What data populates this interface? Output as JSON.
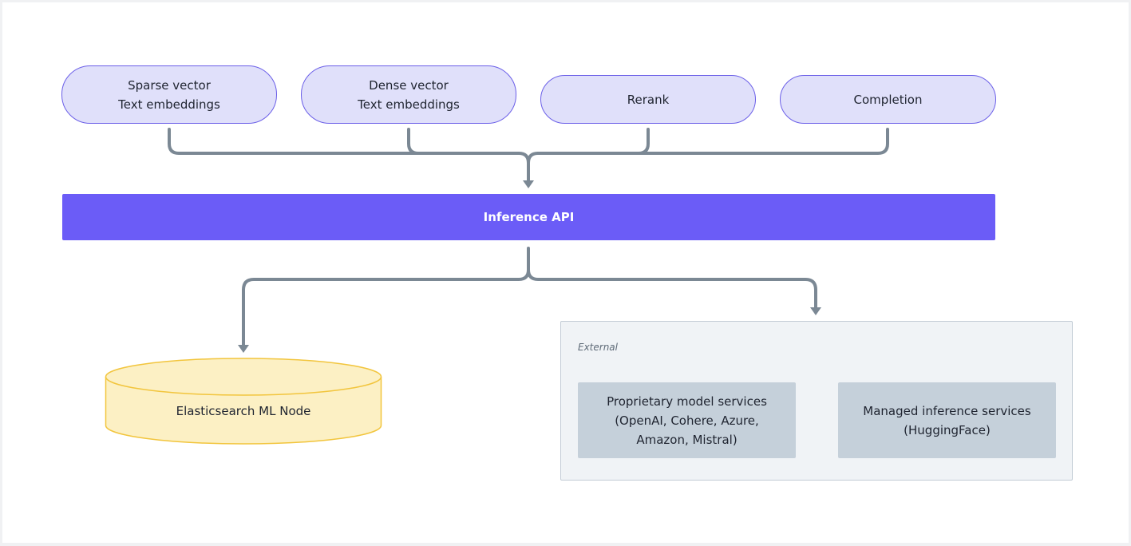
{
  "inputs": [
    {
      "line1": "Sparse vector",
      "line2": "Text embeddings"
    },
    {
      "line1": "Dense vector",
      "line2": "Text embeddings"
    },
    {
      "line1": "Rerank"
    },
    {
      "line1": "Completion"
    }
  ],
  "api": {
    "label": "Inference API"
  },
  "ml_node": {
    "label": "Elasticsearch ML Node"
  },
  "external": {
    "label": "External",
    "services": [
      {
        "line1": "Proprietary model services",
        "line2": "(OpenAI, Cohere, Azure,",
        "line3": "Amazon, Mistral)"
      },
      {
        "line1": "Managed inference services",
        "line2": "(HuggingFace)"
      }
    ]
  },
  "colors": {
    "pill_fill": "#e0e0fa",
    "pill_border": "#6b5fe8",
    "api_fill": "#6b5cf7",
    "connector": "#7b8894",
    "cylinder_fill": "#fcf0c4",
    "cylinder_border": "#f2c53d",
    "external_fill": "#f0f3f6",
    "service_fill": "#c5d0da"
  }
}
